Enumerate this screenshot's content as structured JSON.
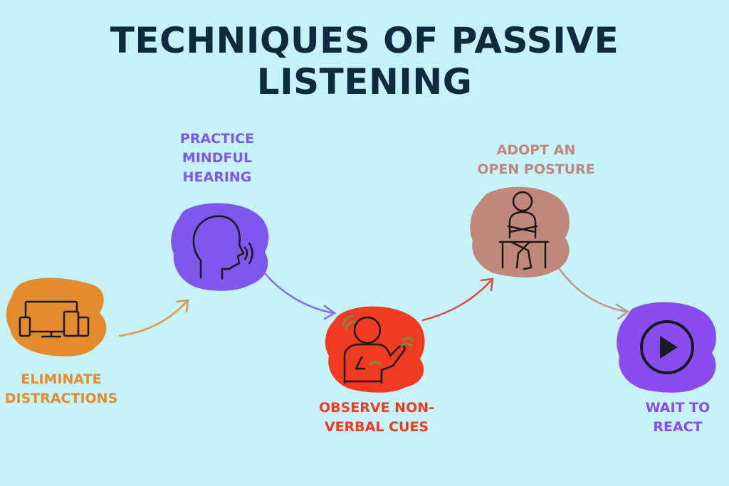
{
  "title": "TECHNIQUES OF PASSIVE LISTENING",
  "colors": {
    "background": "#c6f2f9",
    "title": "#0f2a3c",
    "eliminate": "#e38c2f",
    "mindful": "#7f56ee",
    "nonverbal": "#ee3b22",
    "posture": "#c0877a",
    "wait": "#8a4cf0"
  },
  "steps": [
    {
      "label": [
        "ELIMINATE",
        "DISTRACTIONS"
      ],
      "icon": "devices-icon"
    },
    {
      "label": [
        "PRACTICE",
        "MINDFUL",
        "HEARING"
      ],
      "icon": "speaking-head-icon"
    },
    {
      "label": [
        "OBSERVE NON-",
        "VERBAL CUES"
      ],
      "icon": "gesturing-person-icon"
    },
    {
      "label": [
        "ADOPT AN",
        "OPEN POSTURE"
      ],
      "icon": "seated-person-icon"
    },
    {
      "label": [
        "WAIT TO",
        "REACT"
      ],
      "icon": "play-icon"
    }
  ]
}
